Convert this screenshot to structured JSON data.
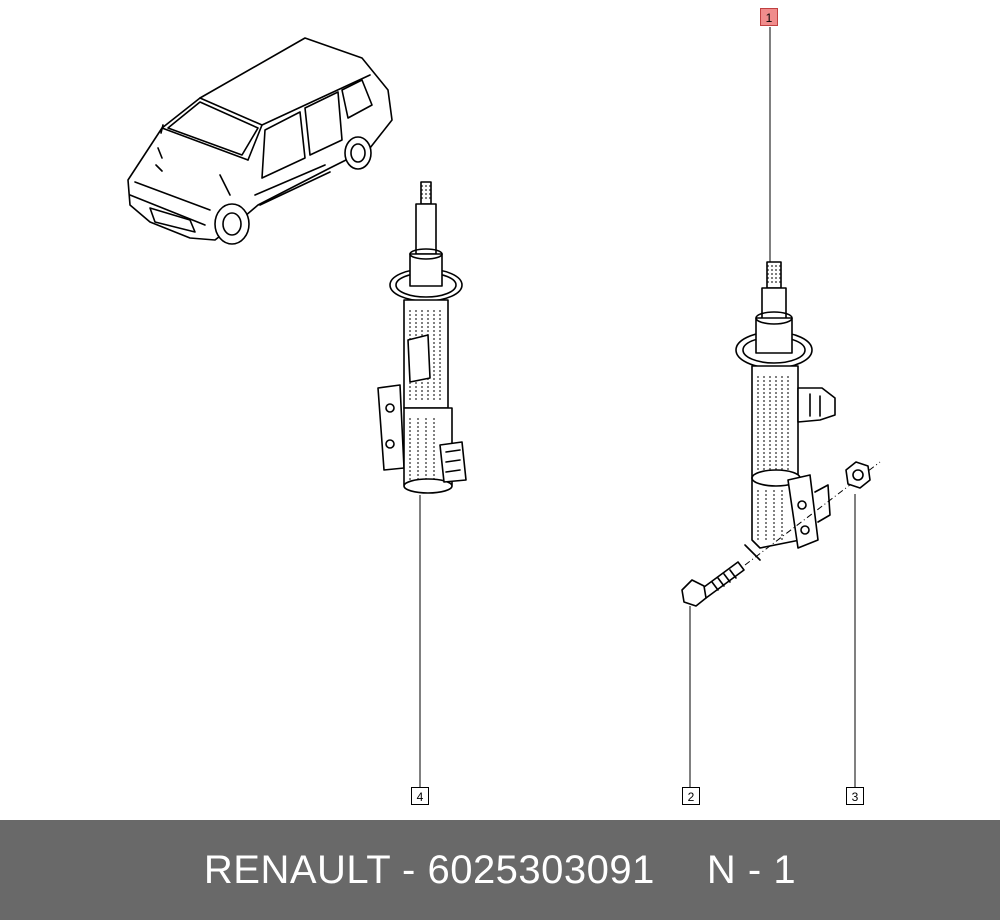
{
  "callouts": [
    {
      "id": "callout-1",
      "label": "1",
      "highlighted": true
    },
    {
      "id": "callout-2",
      "label": "2",
      "highlighted": false
    },
    {
      "id": "callout-3",
      "label": "3",
      "highlighted": false
    },
    {
      "id": "callout-4",
      "label": "4",
      "highlighted": false
    }
  ],
  "footer": {
    "brand_part": "RENAULT - 6025303091",
    "position": "N - 1"
  },
  "colors": {
    "footer_background": "#696969",
    "footer_text": "#ffffff",
    "highlight": "#f08c8c"
  }
}
